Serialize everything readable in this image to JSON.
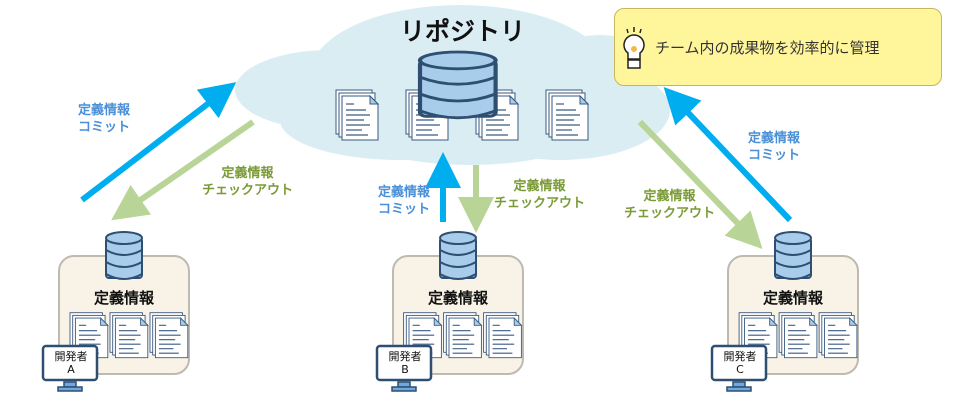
{
  "repository": {
    "title": "リポジトリ"
  },
  "tip": {
    "icon": "lightbulb-icon",
    "text": "チーム内の成果物を効率的に管理"
  },
  "flows": {
    "left_commit": [
      "定義情報",
      "コミット"
    ],
    "left_checkout": [
      "定義情報",
      "チェックアウト"
    ],
    "mid_commit": [
      "定義情報",
      "コミット"
    ],
    "mid_checkout": [
      "定義情報",
      "チェックアウト"
    ],
    "right_checkout": [
      "定義情報",
      "チェックアウト"
    ],
    "right_commit": [
      "定義情報",
      "コミット"
    ]
  },
  "developers": [
    {
      "box_label": "定義情報",
      "role": "開発者",
      "id": "A"
    },
    {
      "box_label": "定義情報",
      "role": "開発者",
      "id": "B"
    },
    {
      "box_label": "定義情報",
      "role": "開発者",
      "id": "C"
    }
  ],
  "colors": {
    "commit": "#00aeef",
    "checkout": "#b8d496",
    "cloud": "#daedf3"
  }
}
